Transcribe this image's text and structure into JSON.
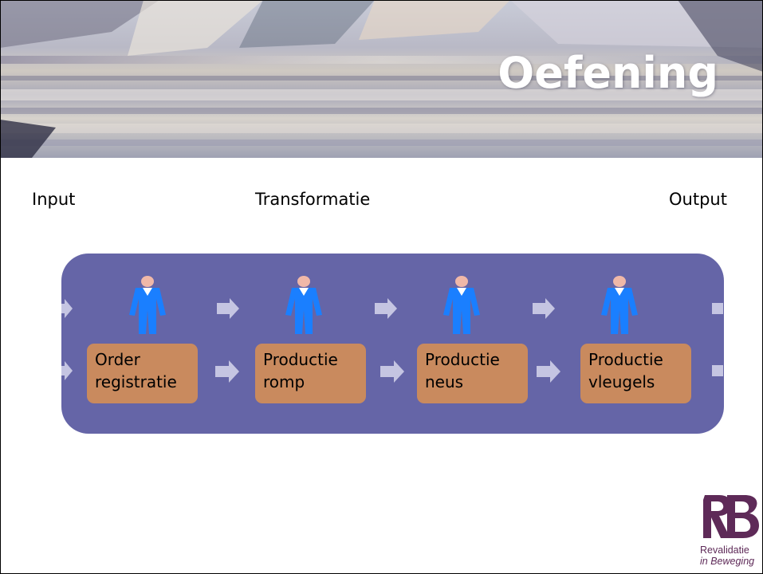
{
  "slide": {
    "title": "Oefening",
    "input_label": "Input",
    "transformation_label": "Transformatie",
    "output_label": "Output"
  },
  "process": {
    "steps": [
      {
        "line1": "Order",
        "line2": "registratie"
      },
      {
        "line1": "Productie",
        "line2": "romp"
      },
      {
        "line1": "Productie",
        "line2": "neus"
      },
      {
        "line1": "Productie",
        "line2": "vleugels"
      }
    ]
  },
  "logo": {
    "line1": "Revalidatie",
    "line2": "in Beweging",
    "monogram": "RB"
  },
  "colors": {
    "panel": "#6565a7",
    "box": "#c98a5e",
    "person": "#1a7fff",
    "arrow": "#c5c5e2",
    "logo": "#5e2a58"
  }
}
